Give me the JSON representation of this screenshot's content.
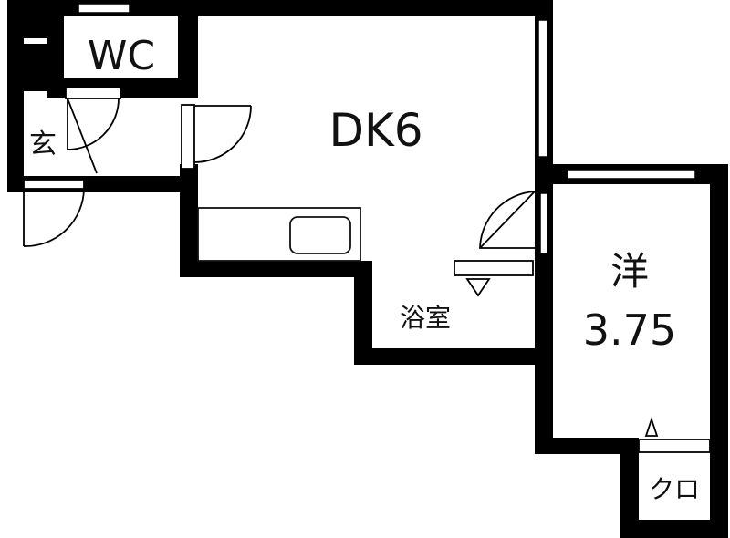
{
  "floor_plan": {
    "rooms": {
      "wc": {
        "label": "WC"
      },
      "entrance": {
        "label": "玄"
      },
      "dining_kitchen": {
        "label": "DK6"
      },
      "bathroom": {
        "label": "浴室"
      },
      "western_room": {
        "label_line1": "洋",
        "label_line2": "3.75"
      },
      "closet": {
        "label": "クロ"
      }
    },
    "colors": {
      "wall": "#000000",
      "background": "#ffffff",
      "fixture_stroke": "#111111"
    }
  }
}
